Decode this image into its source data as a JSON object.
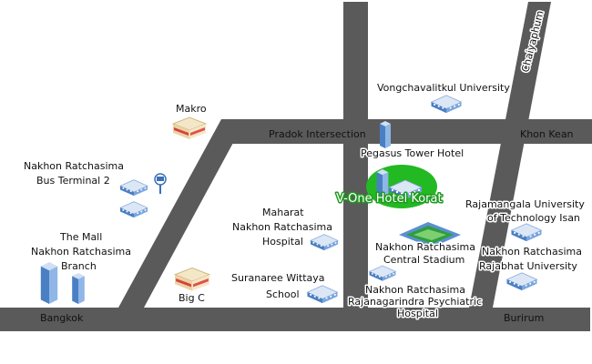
{
  "colors": {
    "road": "#5a5a5a",
    "hotel_green": "#22b922",
    "building_blue": "#5b8fd0",
    "building_roof": "#dce7f5"
  },
  "roads": {
    "bangkok": "Bangkok",
    "burirum": "Burirum",
    "khon_kean": "Khon Kean",
    "chaiyaphum": "Chaiyaphum",
    "pradok": "Pradok Intersection"
  },
  "hotel": {
    "name": "V-One Hotel Korat",
    "icon": "hotel-building-icon"
  },
  "places": {
    "makro": "Makro",
    "bus_terminal": [
      "Nakhon Ratchasima",
      "Bus Terminal 2"
    ],
    "the_mall": [
      "The Mall",
      "Nakhon Ratchasima",
      "Branch"
    ],
    "big_c": "Big C",
    "vongchavalitkul": "Vongchavalitkul University",
    "pegasus": "Pegasus Tower Hotel",
    "maharat": [
      "Maharat",
      "Nakhon Ratchasima",
      "Hospital"
    ],
    "suranaree": [
      "Suranaree Wittaya",
      "School"
    ],
    "central_stadium": [
      "Nakhon Ratchasima",
      "Central Stadium"
    ],
    "psychiatric": [
      "Nakhon Ratchasima",
      "Rajanagarindra Psychiatric",
      "Hospital"
    ],
    "rajamangala": [
      "Rajamangala University",
      "of Technology Isan"
    ],
    "rajabhat": [
      "Nakhon Ratchasima",
      "Rajabhat University"
    ]
  },
  "icons": {
    "store": "store-icon",
    "bus": "bus-icon",
    "mall": "mall-icon",
    "university": "university-icon",
    "tower": "tower-icon",
    "hospital": "hospital-icon",
    "school": "school-icon",
    "stadium": "stadium-icon"
  }
}
